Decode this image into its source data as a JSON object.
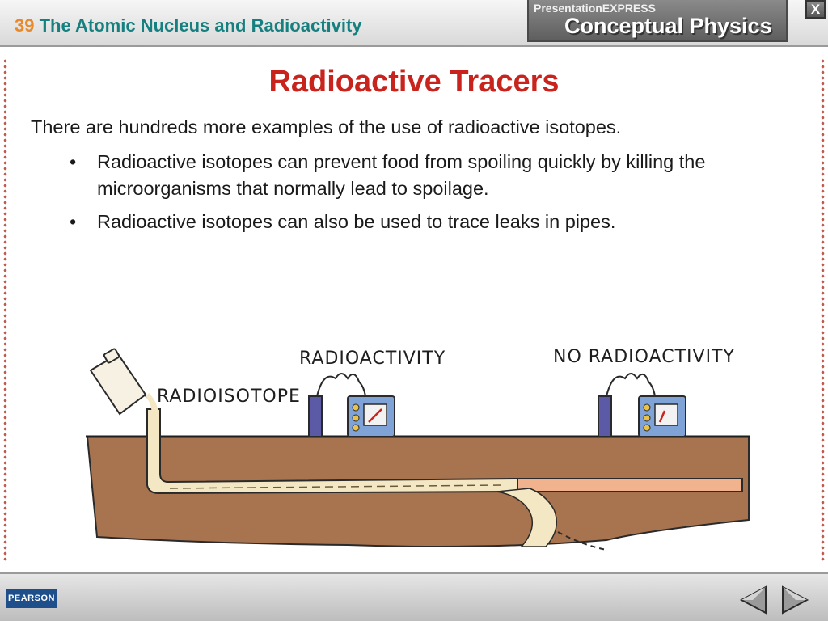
{
  "header": {
    "chapter_number": "39",
    "chapter_title": "The Atomic Nucleus and Radioactivity",
    "brand_small": "PresentationEXPRESS",
    "brand_big": "Conceptual Physics",
    "close_label": "X"
  },
  "slide": {
    "title": "Radioactive Tracers",
    "intro": "There are hundreds more examples of the use of radioactive isotopes.",
    "bullets": [
      "Radioactive isotopes can prevent food from spoiling quickly by killing the microorganisms that normally lead to spoilage.",
      "Radioactive isotopes can also be used to trace leaks in pipes."
    ],
    "bullet_symbol": "•"
  },
  "illustration": {
    "label_radioisotope": "RADIOISOTOPE",
    "label_radioactivity": "RADIOACTIVITY",
    "label_no_radioactivity": "NO RADIOACTIVITY"
  },
  "footer": {
    "publisher": "PEARSON",
    "prev_icon": "prev-arrow-icon",
    "next_icon": "next-arrow-icon"
  },
  "colors": {
    "title": "#c8241d",
    "chapter": "#168080",
    "chapter_number": "#e8892a",
    "soil": "#a87450",
    "pipe_flow": "#f4e8c4",
    "pipe_empty": "#f1b28e"
  }
}
